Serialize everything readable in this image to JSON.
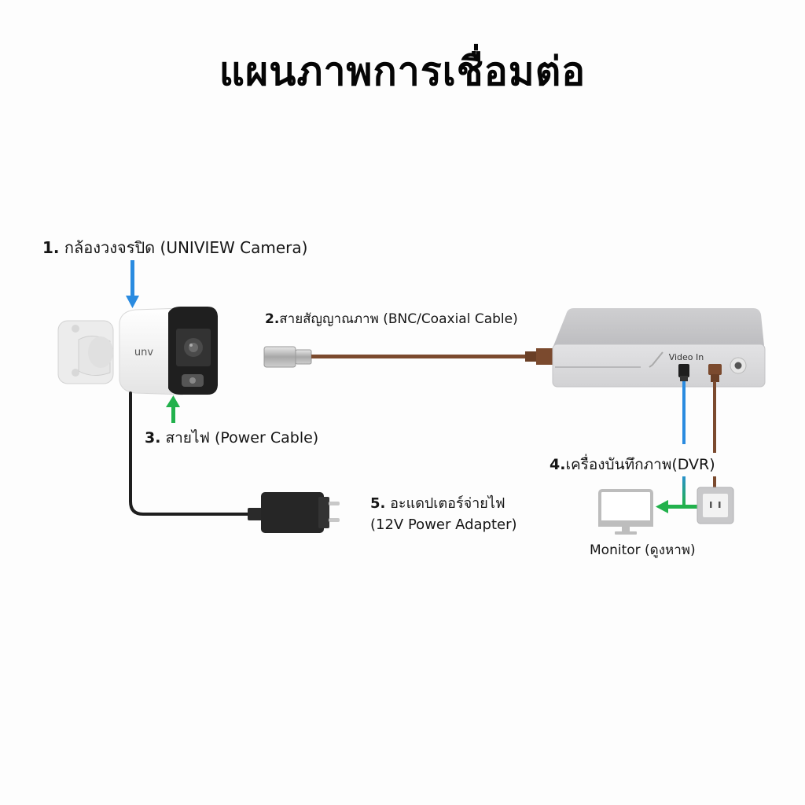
{
  "title": "แผนภาพการเชื่อมต่อ",
  "labels": {
    "camera": {
      "num": "1.",
      "text": "กล้องวงจรปิด (UNIVIEW Camera)"
    },
    "coax": {
      "num": "2.",
      "text": "สายสัญญาณภาพ (BNC/Coaxial Cable)"
    },
    "power_cable": {
      "num": "3.",
      "text": "สายไฟ (Power Cable)"
    },
    "dvr": {
      "num": "4.",
      "text": "เครื่องบันทึกภาพ(DVR)"
    },
    "adapter": {
      "num": "5.",
      "line1": "อะแดปเตอร์จ่ายไฟ",
      "line2": "(12V Power Adapter)"
    },
    "monitor": "Monitor (ดูงหาพ)",
    "video_in": "Video In",
    "camera_brand": "unv"
  },
  "colors": {
    "blue_arrow": "#2a8be0",
    "green_arrow": "#22b14c",
    "coax_cable": "#7b4a2e",
    "power_cable": "#222222",
    "dvr_body": "#d6d6d8"
  }
}
